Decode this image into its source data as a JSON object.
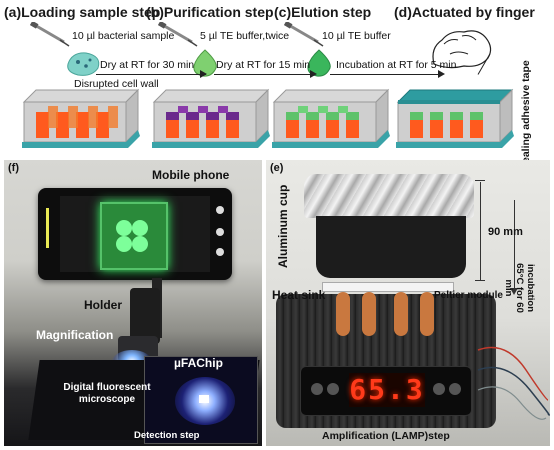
{
  "steps": [
    {
      "title": "(a)Loading sample step",
      "reagent": "10 µl bacterial sample",
      "condition": "Dry at RT for 30 min",
      "note": "Disrupted cell wall"
    },
    {
      "title": "(b)Purification step",
      "reagent": "5 µl TE buffer,twice",
      "condition": "Dry at RT for 15 min"
    },
    {
      "title": "(c)Elution step",
      "reagent": "10 µl TE buffer",
      "condition": "Incubation at RT for 5 min"
    },
    {
      "title": "(d)Actuated by finger",
      "side_label": "Sealing adhesive tape"
    }
  ],
  "panel_f": {
    "tag": "(f)",
    "mobile_phone": "Mobile phone",
    "holder": "Holder",
    "magnification": "Magnification",
    "chip": "µFAChip",
    "microscope": "Digital fluorescent microscope",
    "detection": "Detection step"
  },
  "panel_e": {
    "tag": "(e)",
    "aluminum_cup": "Aluminum cup",
    "height": "90 mm",
    "heat_sink": "Heat sink",
    "peltier": "Peltier module",
    "incubation": "incubation 65°C for 60 min",
    "display": "65.3",
    "amplification": "Amplification (LAMP)step"
  },
  "colors": {
    "green": "#5ec26a",
    "orange": "#ff5a1e",
    "purple": "#6b2a8c",
    "chip_base": "#3aa3a8"
  }
}
